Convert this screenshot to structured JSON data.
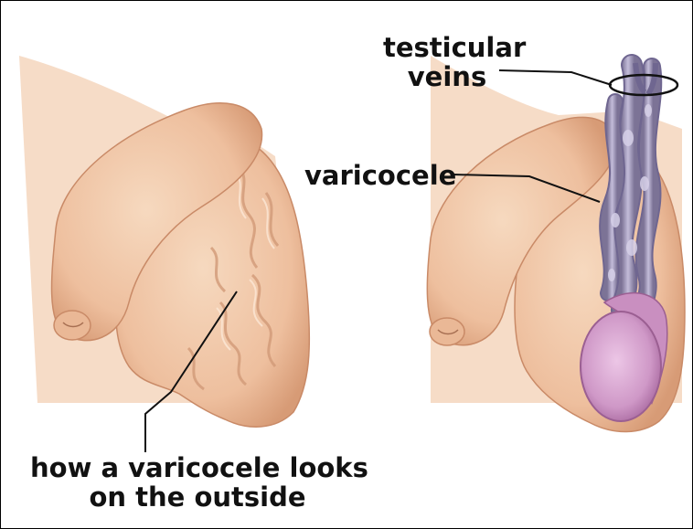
{
  "labels": {
    "testicular_veins_line1": "testicular",
    "testicular_veins_line2": "veins",
    "varicocele": "varicocele",
    "outside_line1": "how a varicocele looks",
    "outside_line2": "on the outside"
  },
  "colors": {
    "skin_light": "#f3cfb2",
    "skin_mid": "#e9b693",
    "skin_shadow": "#c98a67",
    "vein": "#8f86a8",
    "vein_light": "#bdb5d4",
    "testis": "#c98fc0",
    "testis_light": "#e4b9de",
    "line": "#111111"
  }
}
